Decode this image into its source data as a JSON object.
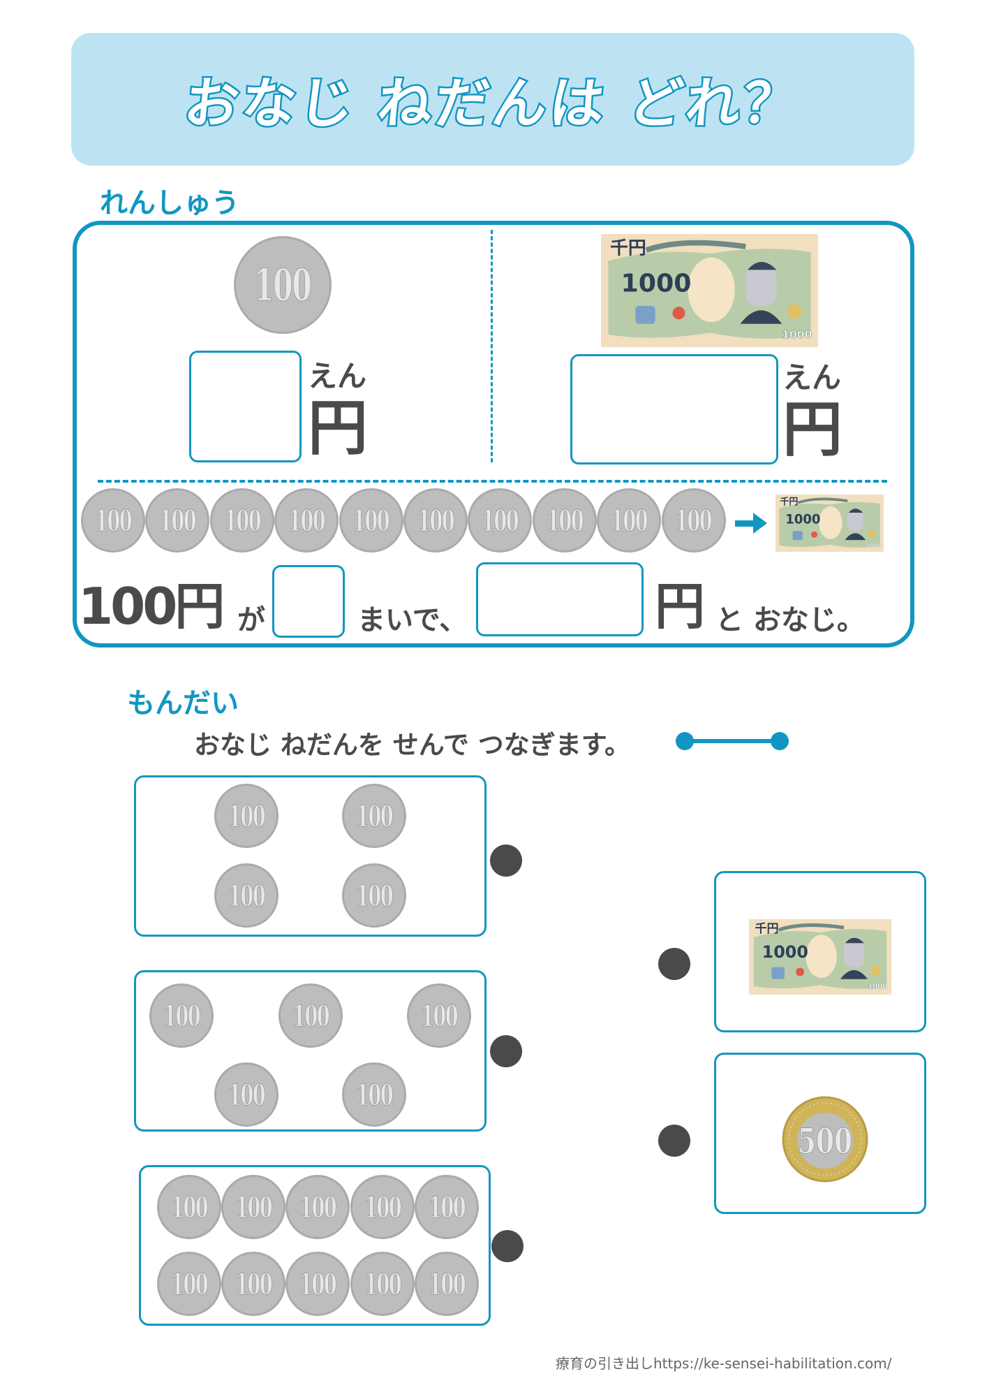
{
  "title": "おなじ ねだんは どれ？",
  "practice": {
    "heading": "れんしゅう",
    "reading": "えん",
    "yen": "円",
    "sentence": {
      "amount": "100円",
      "ga": "が",
      "maide": "まいで、",
      "yen": "円",
      "to_onaji": "と おなじ。"
    }
  },
  "problem": {
    "heading": "もんだい",
    "instruction": "おなじ ねだんを せんで つなぎます。"
  },
  "money": {
    "coin100": "100",
    "coin500": "500",
    "bill_kanji": "千円",
    "bill_value": "1000"
  },
  "colors": {
    "accent": "#1296c1",
    "title_bg": "#bde3f3",
    "text": "#4a4a4a"
  },
  "footer": "療育の引き出しhttps://ke-sensei-habilitation.com/"
}
